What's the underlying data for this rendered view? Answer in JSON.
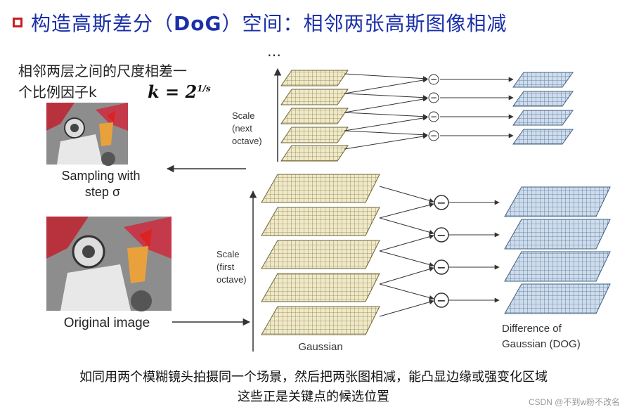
{
  "title": {
    "prefix": "构造高斯差分（",
    "bold": "DoG",
    "suffix": "）空间：相邻两张高斯图像相减"
  },
  "note": {
    "line1": "相邻两层之间的尺度相差一",
    "line2": "个比例因子k"
  },
  "formula": {
    "lhs": "k = 2",
    "exp_num": "1",
    "exp_den": "s"
  },
  "ellipsis": "…",
  "scale_next": [
    "Scale",
    "(next",
    "octave)"
  ],
  "scale_first": [
    "Scale",
    "(first",
    "octave)"
  ],
  "sampling": [
    "Sampling with",
    "step σ"
  ],
  "original_label": "Original image",
  "gaussian_label": "Gaussian",
  "dog_label": [
    "Difference of",
    "Gaussian (DOG)"
  ],
  "minus_symbol": "−",
  "footer": {
    "line1": "如同用两个模糊镜头拍摄同一个场景，然后把两张图相减，能凸显边缘或强变化区域",
    "line2": "这些正是关键点的候选位置"
  },
  "watermark": "CSDN @不到w粉不改名",
  "colors": {
    "title": "#1a2fa8",
    "bullet": "#c81e1e",
    "gaussian_grid": "#8a7f45",
    "gaussian_fill": "#efe9c9",
    "dog_grid": "#4c6f93",
    "dog_fill": "#cfdcec"
  }
}
